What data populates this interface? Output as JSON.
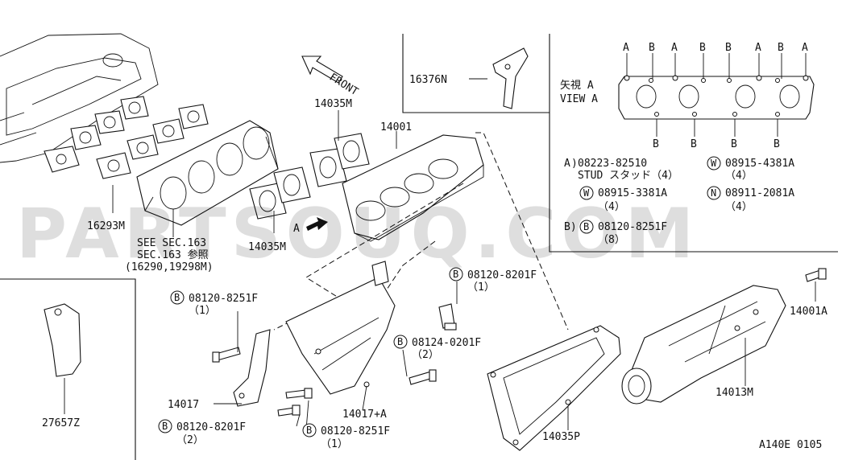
{
  "watermark": "PARTSOUQ.COM",
  "figure_code": "A140E 0105",
  "front_label": "FRONT",
  "arrow_a_label": "A",
  "view": {
    "title_jp": "矢視 A",
    "title_en": "VIEW A",
    "letters": {
      "a": "A",
      "b": "B"
    },
    "legend": [
      {
        "marker": "A",
        "sep": ")",
        "part": "08223-82510",
        "desc": "STUD スタッド（4）"
      },
      {
        "marker": "W",
        "part": "08915-4381A",
        "qty": "（4）"
      },
      {
        "marker": "W",
        "part": "08915-3381A",
        "qty": "（4）"
      },
      {
        "marker": "N",
        "part": "08911-2081A",
        "qty": "（4）"
      },
      {
        "prefix": "B)",
        "marker": "B",
        "part": "08120-8251F",
        "qty": "（8）"
      }
    ]
  },
  "parts": {
    "p16376N": "16376N",
    "p14035M_top": "14035M",
    "p14001": "14001",
    "p16293M": "16293M",
    "see_sec_1": "SEE SEC.163",
    "see_sec_2": "SEC.163 参照",
    "see_sec_3": "(16290,19298M)",
    "p14035M_mid": "14035M",
    "p14001A": "14001A",
    "p14013M": "14013M",
    "p14035P": "14035P",
    "p14017": "14017",
    "p14017A": "14017+A",
    "p27657Z": "27657Z"
  },
  "bolts": {
    "b1": {
      "marker": "B",
      "part": "08120-8251F",
      "qty": "（1）"
    },
    "b2": {
      "marker": "B",
      "part": "08120-8201F",
      "qty": "（1）"
    },
    "b3": {
      "marker": "B",
      "part": "08124-0201F",
      "qty": "（2）"
    },
    "b4": {
      "marker": "B",
      "part": "08120-8201F",
      "qty": "（2）"
    },
    "b5": {
      "marker": "B",
      "part": "08120-8251F",
      "qty": "（1）"
    }
  }
}
